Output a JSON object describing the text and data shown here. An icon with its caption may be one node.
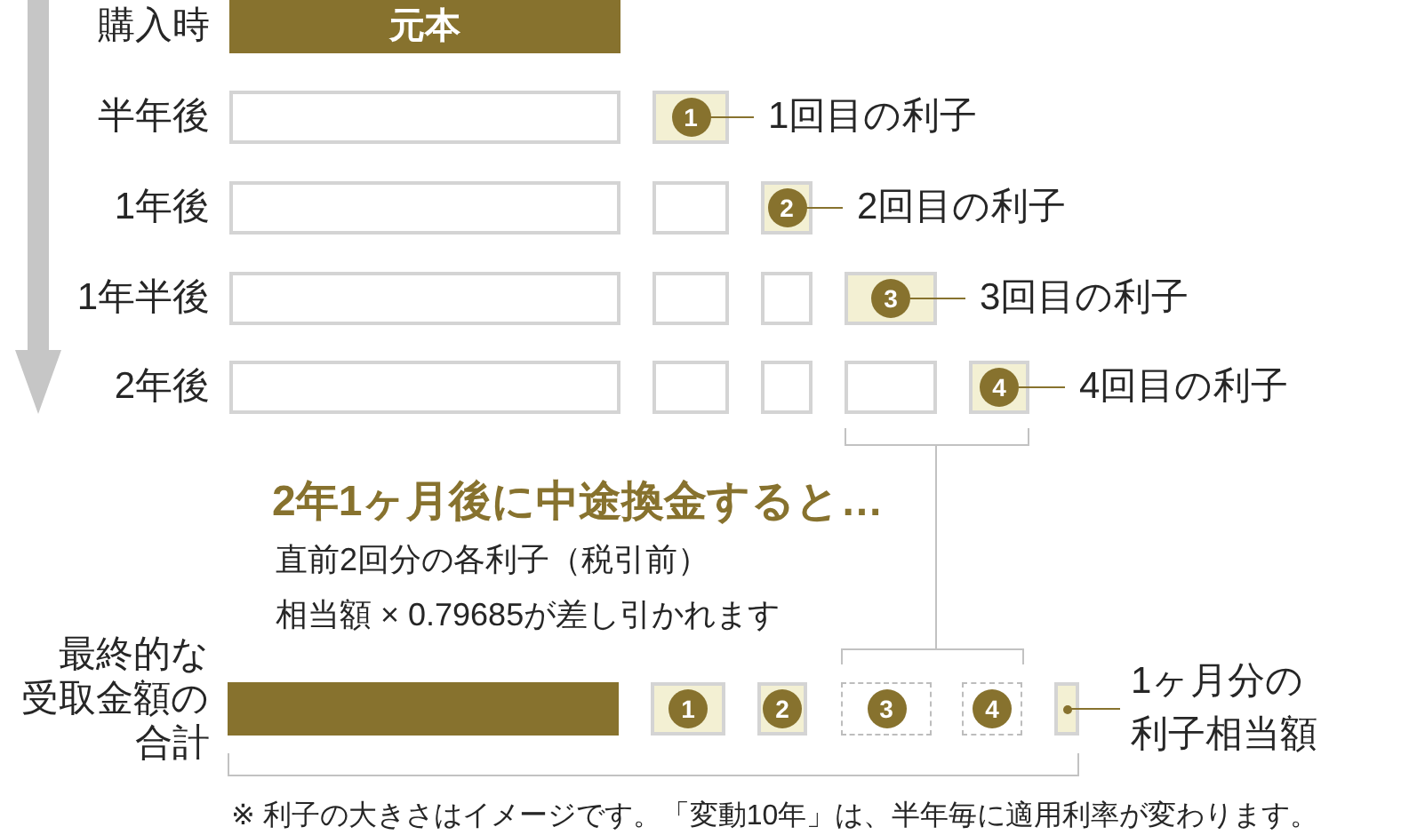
{
  "diagram": {
    "nodes": [
      {
        "text": [
          "元本"
        ]
      },
      {
        "text": [],
        "shape": "box"
      },
      {
        "text": [],
        "shape": "box"
      },
      {
        "text": [
          "1"
        ],
        "in": 2
      },
      {
        "text": [
          "1回目の利子"
        ]
      },
      {
        "text": [],
        "shape": "box"
      },
      {
        "text": [],
        "shape": "box"
      },
      {
        "text": [],
        "shape": "box"
      },
      {
        "text": [
          "2"
        ],
        "in": 7
      },
      {
        "text": [
          "2回目の利子"
        ]
      },
      {
        "text": [],
        "shape": "box"
      },
      {
        "text": [],
        "shape": "box"
      },
      {
        "text": [],
        "shape": "box"
      },
      {
        "text": [],
        "shape": "box"
      },
      {
        "text": [
          "3"
        ],
        "in": 13
      },
      {
        "text": [
          "3回目の利子"
        ]
      },
      {
        "text": [],
        "shape": "box"
      },
      {
        "text": [],
        "shape": "box"
      },
      {
        "text": [],
        "shape": "box"
      },
      {
        "text": [],
        "shape": "box"
      },
      {
        "text": [],
        "shape": "box"
      },
      {
        "text": [
          "4"
        ],
        "in": 20
      },
      {
        "text": [
          "4回目の利子"
        ]
      },
      {
        "text": [],
        "shape": "bar"
      },
      {
        "text": [],
        "shape": "box"
      },
      {
        "text": [
          "1"
        ],
        "in": 24
      },
      {
        "text": [],
        "shape": "box"
      },
      {
        "text": [
          "2"
        ],
        "in": 26
      },
      {
        "text": [],
        "shape": "box"
      },
      {
        "text": [
          "3"
        ],
        "in": 28
      },
      {
        "text": [],
        "shape": "box"
      },
      {
        "text": [
          "4"
        ],
        "in": 30
      },
      {
        "text": [],
        "shape": "box"
      },
      {
        "text": [],
        "shape": "circle",
        "in": 32
      },
      {
        "text": [
          "1ヶ月分の利子相当額"
        ]
      }
    ],
    "edges": [
      {
        "from": 4,
        "to": 3,
        "arrow": "none"
      },
      {
        "from": 9,
        "to": 8,
        "arrow": "none"
      },
      {
        "from": 15,
        "to": 14,
        "arrow": "none"
      },
      {
        "from": 22,
        "to": 21,
        "arrow": "none"
      },
      {
        "from": 34,
        "to": 33,
        "arrow": "none"
      }
    ],
    "labels": [
      "購入時",
      "半年後",
      "1年後",
      "1年半後",
      "2年後",
      "2年1ヶ月後に中途換金すると…",
      "直前2回分の各利子（税引前）相当額 × 0.79685が差し引かれます",
      "最終的な受取金額の合計",
      "※ 利子の大きさはイメージです。「変動10年」は、半年毎に適用利率が変わります。"
    ]
  }
}
